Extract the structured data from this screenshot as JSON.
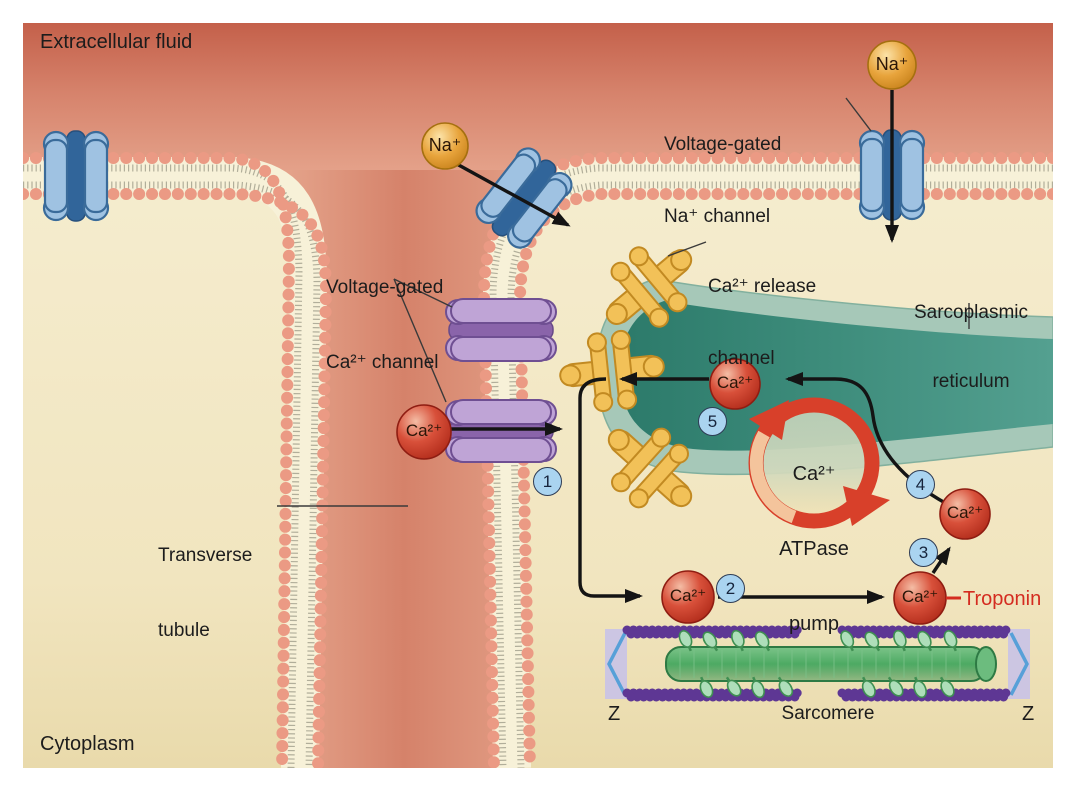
{
  "figure": {
    "regions": {
      "extracellular": "Extracellular fluid",
      "cytoplasm": "Cytoplasm"
    },
    "labels": {
      "na_channel": [
        "Voltage-gated",
        "Na⁺ channel"
      ],
      "ca_channel": [
        "Voltage-gated",
        "Ca²⁺ channel"
      ],
      "release_channel": [
        "Ca²⁺ release",
        "channel"
      ],
      "sarcoplasmic_reticulum": [
        "Sarcoplasmic",
        "reticulum"
      ],
      "transverse_tubule": [
        "Transverse",
        "tubule"
      ],
      "atpase_pump": [
        "Ca²⁺",
        "ATPase",
        "pump"
      ],
      "troponin": "Troponin",
      "sarcomere": "Sarcomere",
      "z_disc_left": "Z",
      "z_disc_right": "Z"
    },
    "ions": {
      "na": "Na⁺",
      "ca": "Ca²⁺"
    },
    "steps": [
      "1",
      "2",
      "3",
      "4",
      "5"
    ],
    "colors": {
      "extracellular_fluid": "#d5806a",
      "cytoplasm": "#f3e9c8",
      "membrane_bead": "#eb9a84",
      "na_channel_blue": "#9fc2e2",
      "ca_channel_purple": "#bfa4d6",
      "release_channel_gold": "#f2c158",
      "sr_lumen_teal": "#3e8d7c",
      "ca_ion_red": "#cf4028",
      "na_ion_gold": "#e8a43c",
      "step_badge_blue": "#aad4f0",
      "troponin_text_red": "#d42c20",
      "arrow_black": "#141414"
    }
  }
}
